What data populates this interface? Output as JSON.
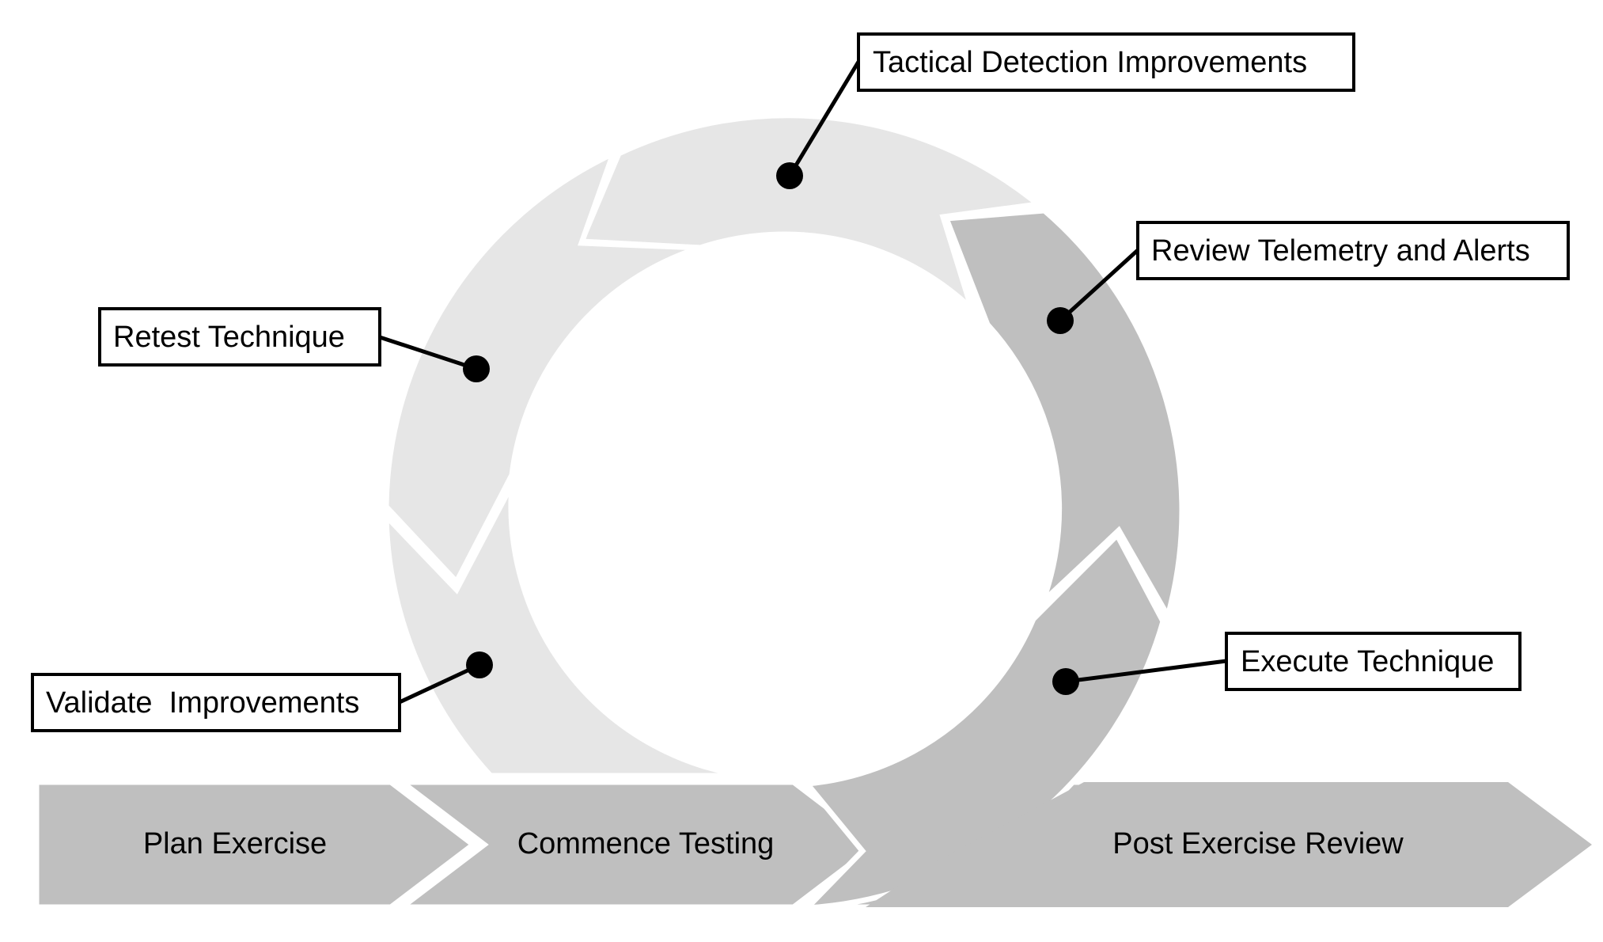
{
  "callouts": {
    "tactical": "Tactical Detection Improvements",
    "review": "Review Telemetry and Alerts",
    "retest": "Retest Technique",
    "execute": "Execute Technique",
    "validate": "Validate  Improvements"
  },
  "phases": {
    "plan": "Plan Exercise",
    "commence": "Commence Testing",
    "post": "Post Exercise Review"
  },
  "colors": {
    "light_segment": "#e6e6e6",
    "dark_segment": "#bfbfbf",
    "outline": "#000000",
    "background": "#ffffff"
  }
}
